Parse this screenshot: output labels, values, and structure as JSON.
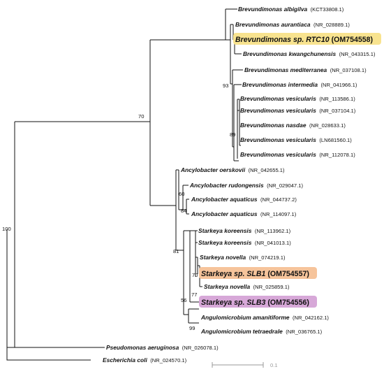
{
  "taxa": [
    {
      "id": "t1",
      "name": "Brevundimonas albigilva",
      "accession": "(KCT33808.1)"
    },
    {
      "id": "t2",
      "name": "Brevundimonas aurantiaca",
      "accession": "(NR_028889.1)"
    },
    {
      "id": "t3",
      "name": "Brevundimonas sp. RTC10",
      "accession": "(OM754558)",
      "highlight": "#f8e38f"
    },
    {
      "id": "t4",
      "name": "Brevundimonas kwangchunensis",
      "accession": "(NR_043315.1)"
    },
    {
      "id": "t5",
      "name": "Brevundimonas mediterranea",
      "accession": "(NR_037108.1)"
    },
    {
      "id": "t6",
      "name": "Brevundimonas intermedia",
      "accession": "(NR_041966.1)"
    },
    {
      "id": "t7",
      "name": "Brevundimonas vesicularis",
      "accession": "(NR_113586.1)"
    },
    {
      "id": "t8",
      "name": "Brevundimonas vesicularis",
      "accession": "(NR_037104.1)"
    },
    {
      "id": "t9",
      "name": "Brevundimonas nasdae",
      "accession": "(NR_028633.1)"
    },
    {
      "id": "t10",
      "name": "Brevundimonas vesicularis",
      "accession": "(LN681560.1)"
    },
    {
      "id": "t11",
      "name": "Brevundimonas vesicularis",
      "accession": "(NR_112078.1)"
    },
    {
      "id": "t12",
      "name": "Ancylobacter oerskovii",
      "accession": "(NR_042655.1)"
    },
    {
      "id": "t13",
      "name": "Ancylobacter rudongensis",
      "accession": "(NR_029047.1)"
    },
    {
      "id": "t14",
      "name": "Ancylobacter aquaticus",
      "accession": "(NR_044737.2)"
    },
    {
      "id": "t15",
      "name": "Ancylobacter aquaticus",
      "accession": "(NR_114097.1)"
    },
    {
      "id": "t16",
      "name": "Starkeya koreensis",
      "accession": "(NR_113962.1)"
    },
    {
      "id": "t17",
      "name": "Starkeya koreensis",
      "accession": "(NR_041013.1)"
    },
    {
      "id": "t18",
      "name": "Starkeya novella",
      "accession": "(NR_074219.1)"
    },
    {
      "id": "t19",
      "name": "Starkeya sp. SLB1",
      "accession": "(OM754557)",
      "highlight": "#f6c49b"
    },
    {
      "id": "t20",
      "name": "Starkeya novella",
      "accession": "(NR_025859.1)"
    },
    {
      "id": "t21",
      "name": "Starkeya sp. SLB3",
      "accession": "(OM754556)",
      "highlight": "#d7a8d8"
    },
    {
      "id": "t22",
      "name": "Angulomicrobium amanitiforme",
      "accession": "(NR_042162.1)"
    },
    {
      "id": "t23",
      "name": "Angulomicrobium tetraedrale",
      "accession": "(NR_036765.1)"
    },
    {
      "id": "t24",
      "name": "Pseudomonas aeruginosa",
      "accession": "(NR_026078.1)"
    },
    {
      "id": "t25",
      "name": "Escherichia coli",
      "accession": "(NR_024570.1)"
    }
  ],
  "bootstrap": {
    "b100": "100",
    "b70": "70",
    "b93": "93",
    "b89": "89",
    "b60": "60",
    "b84": "84",
    "b81": "81",
    "b70b": "70",
    "b77": "77",
    "b56": "56",
    "b99": "99"
  },
  "scale_bar": {
    "label": "0.1"
  }
}
